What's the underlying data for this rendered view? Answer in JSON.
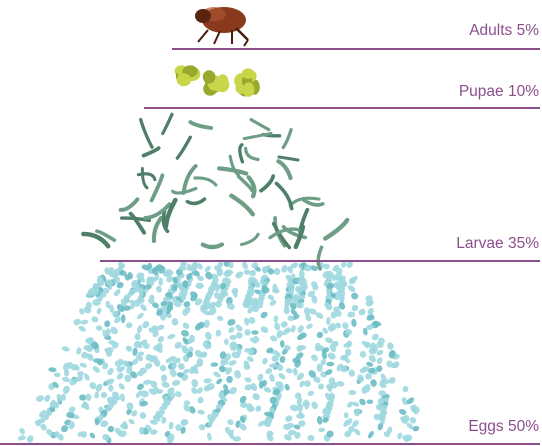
{
  "tiers": [
    {
      "label": "Adults 5%",
      "percent": 5
    },
    {
      "label": "Pupae 10%",
      "percent": 10
    },
    {
      "label": "Larvae 35%",
      "percent": 35
    },
    {
      "label": "Eggs 50%",
      "percent": 50
    }
  ],
  "colors": {
    "divider": "#8b4f8d",
    "label": "#8b4f8d",
    "egg": "#9fd8df",
    "egg_dark": "#6bbcc4",
    "larva": "#6f9e86",
    "larva_dark": "#4f7f68",
    "pupa": "#c9d64a",
    "pupa_dark": "#9aa82e",
    "flea": "#8a3a1c",
    "flea_dark": "#4a1c0c"
  },
  "icons": [
    "flea-icon",
    "pupae-icon",
    "larvae-icon",
    "eggs-icon"
  ]
}
